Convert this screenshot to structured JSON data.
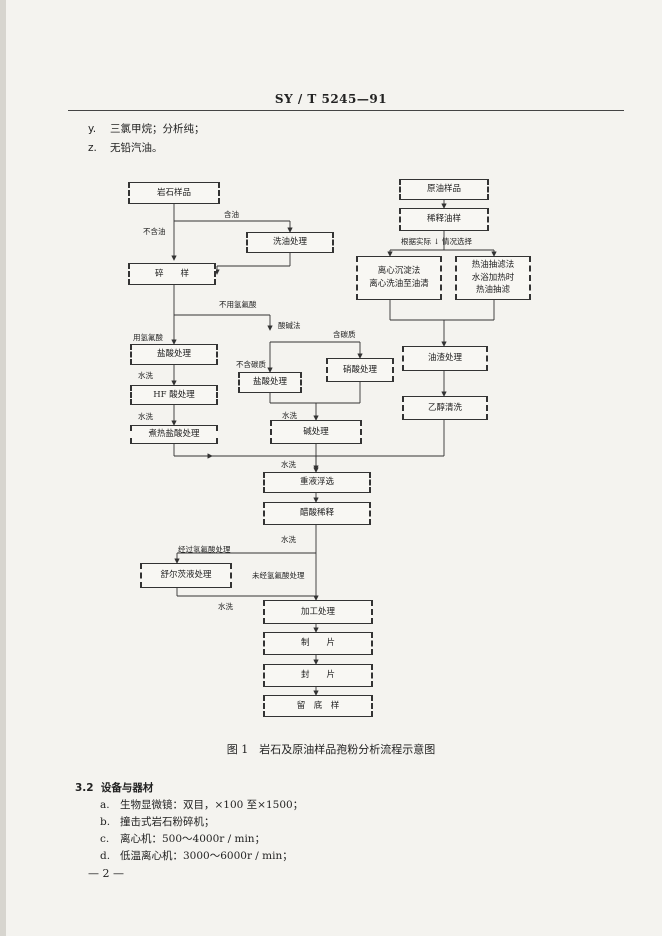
{
  "header": {
    "standard": "SY / T  5245—91"
  },
  "items_top": [
    {
      "marker": "y.",
      "text": "三氯甲烷；分析纯；"
    },
    {
      "marker": "z.",
      "text": "无铅汽油。"
    }
  ],
  "flowchart": {
    "boxes": {
      "rock_sample": "岩石样品",
      "oil_wash": "洗油处理",
      "crush": "碎　　样",
      "hcl1": "盐酸处理",
      "hf": "HF 酸处理",
      "boil_hcl": "煮热盐酸处理",
      "hcl2": "盐酸处理",
      "nitric": "硝酸处理",
      "alkali": "碱处理",
      "heavy_liquid": "重液浮选",
      "acetic": "醋酸稀释",
      "schulze": "舒尔茨液处理",
      "processing": "加工处理",
      "make_slide": "制　　片",
      "seal_slide": "封　　片",
      "retain": "留　底　样",
      "crude_sample": "原油样品",
      "dilute": "稀释油样",
      "centrifuge_l1": "离心沉淀法",
      "centrifuge_l2": "离心洗油至油清",
      "hot_l1": "热油抽滤法",
      "hot_l2": "水浴加热时",
      "hot_l3": "热油抽滤",
      "residue": "油渣处理",
      "ethanol": "乙醇清洗"
    },
    "labels": {
      "contains_oil": "含油",
      "no_oil": "不含油",
      "select": "根据实际 ↓ 情况选择",
      "no_hf": "不用氢氟酸",
      "with_hf": "用氢氟酸",
      "acid_alkali": "酸碱法",
      "contains_carbonate": "含碳质",
      "no_carbonate": "不含碳质",
      "water_wash_1": "水洗",
      "water_wash_2": "水洗",
      "water_wash_3": "水洗",
      "water_wash_4": "水洗",
      "water_wash_5": "水洗",
      "water_wash_6": "水洗",
      "after_hf": "经过氢氟酸处理",
      "no_hf_treated": "未经氢氟酸处理"
    }
  },
  "caption": "图 1　岩石及原油样品孢粉分析流程示意图",
  "section": {
    "number": "3.2",
    "title": "设备与器材"
  },
  "items_bottom": [
    {
      "marker": "a.",
      "text": "生物显微镜：双目，×100 至×1500；"
    },
    {
      "marker": "b.",
      "text": "撞击式岩石粉碎机；"
    },
    {
      "marker": "c.",
      "text": "离心机：500～4000r / min；"
    },
    {
      "marker": "d.",
      "text": "低温离心机：3000～6000r / min；"
    }
  ],
  "page_number": "— 2 —"
}
